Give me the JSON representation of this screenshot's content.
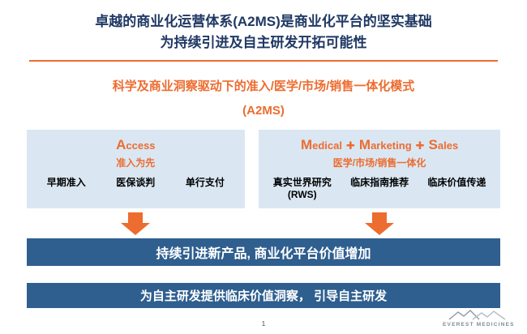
{
  "colors": {
    "orange": "#ED6C2F",
    "navy": "#1F3864",
    "bannerblue": "#2F5F8F",
    "boxbg": "#DAE7F3"
  },
  "title": {
    "line1_pre": "卓越的商业化运营体系",
    "line1_em": "(A2MS)",
    "line1_post": "是商业化平台的坚实基础",
    "line2": "为持续引进及自主研发开拓可能性"
  },
  "subtitle": {
    "line1": "科学及商业洞察驱动下的准入/医学/市场/销售一体化模式",
    "line2": "(A2MS)"
  },
  "access_box": {
    "initial": "A",
    "rest": "ccess",
    "tagline": "准入为先",
    "items": [
      "早期准入",
      "医保谈判",
      "单行支付"
    ]
  },
  "mms_box": {
    "words": [
      {
        "initial": "M",
        "rest": "edical"
      },
      {
        "initial": "M",
        "rest": "arketing"
      },
      {
        "initial": "S",
        "rest": "ales"
      }
    ],
    "plus": "✚",
    "tagline": "医学/市场/销售一体化",
    "items": [
      {
        "label": "真实世界研究",
        "sub": "(RWS)"
      },
      {
        "label": "临床指南推荐",
        "sub": ""
      },
      {
        "label": "临床价值传递",
        "sub": ""
      }
    ]
  },
  "banners": {
    "first": "持续引进新产品, 商业化平台价值增加",
    "second": "为自主研发提供临床价值洞察， 引导自主研发"
  },
  "footer": {
    "page_number": "1",
    "logo_text": "EVEREST MEDICINES"
  }
}
